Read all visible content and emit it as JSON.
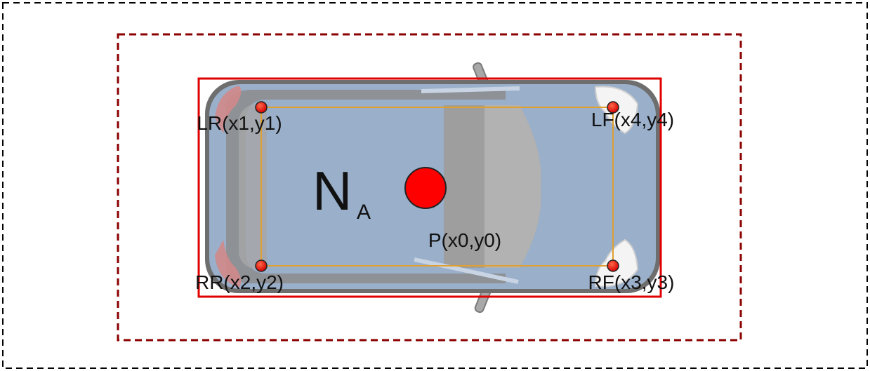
{
  "labels": {
    "center_symbol": "N",
    "center_subscript": "A",
    "center_point": "P(x0,y0)",
    "left_rear": "LR(x1,y1)",
    "right_rear": "RR(x2,y2)",
    "left_front": "LF(x4,y4)",
    "right_front": "RF(x3,y3)"
  },
  "colors": {
    "outer_boundary": "#000000",
    "inner_boundary": "#8b0000",
    "vehicle_box": "#e00000",
    "wheelbase_rect": "#e0a030",
    "center_marker": "#ff0000",
    "car_body": "#9aafca",
    "car_shadow": "#9c9c9c"
  }
}
